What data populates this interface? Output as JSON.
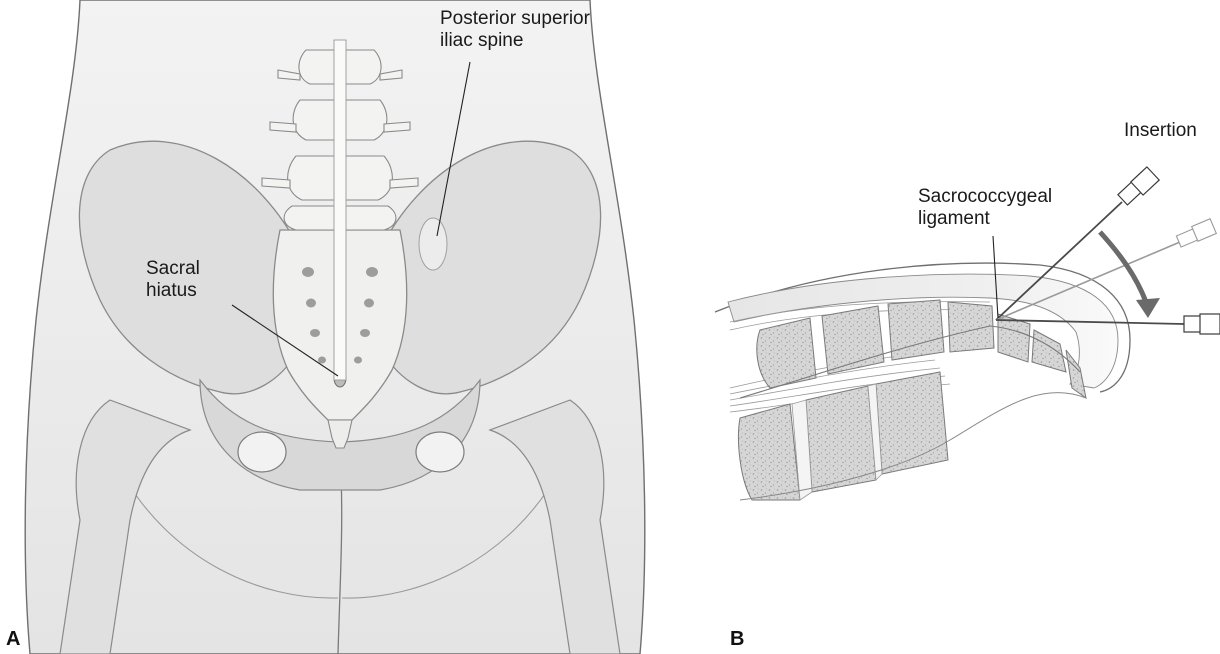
{
  "panel_a": {
    "letter": "A",
    "labels": {
      "psis": {
        "line1": "Posterior superior",
        "line2": "iliac spine"
      },
      "sacral_hiatus": {
        "line1": "Sacral",
        "line2": "hiatus"
      }
    }
  },
  "panel_b": {
    "letter": "B",
    "labels": {
      "insertion": "Insertion",
      "ligament": {
        "line1": "Sacrococcygeal",
        "line2": "ligament"
      }
    }
  },
  "colors": {
    "skin": "#efefef",
    "skin_outline": "#6f6f6f",
    "bone": "#dcdcdc",
    "bone_outline": "#8a8a8a",
    "spine": "#f4f4f2",
    "leader": "#222222",
    "needle": "#4a4a4a"
  }
}
